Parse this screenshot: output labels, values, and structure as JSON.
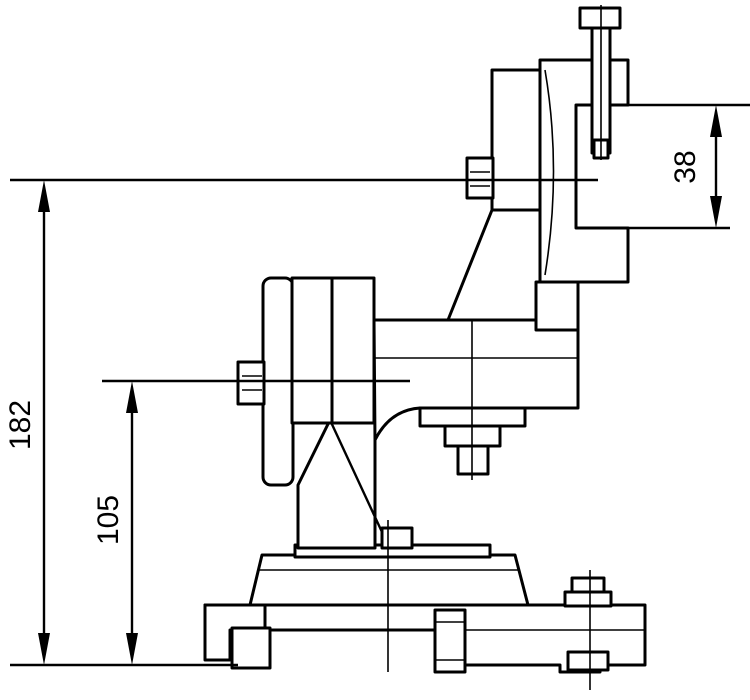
{
  "dimensions": {
    "overall_height": "182",
    "pivot_height": "105",
    "clamp_opening": "38"
  },
  "colors": {
    "stroke": "#000000",
    "background": "#ffffff"
  }
}
